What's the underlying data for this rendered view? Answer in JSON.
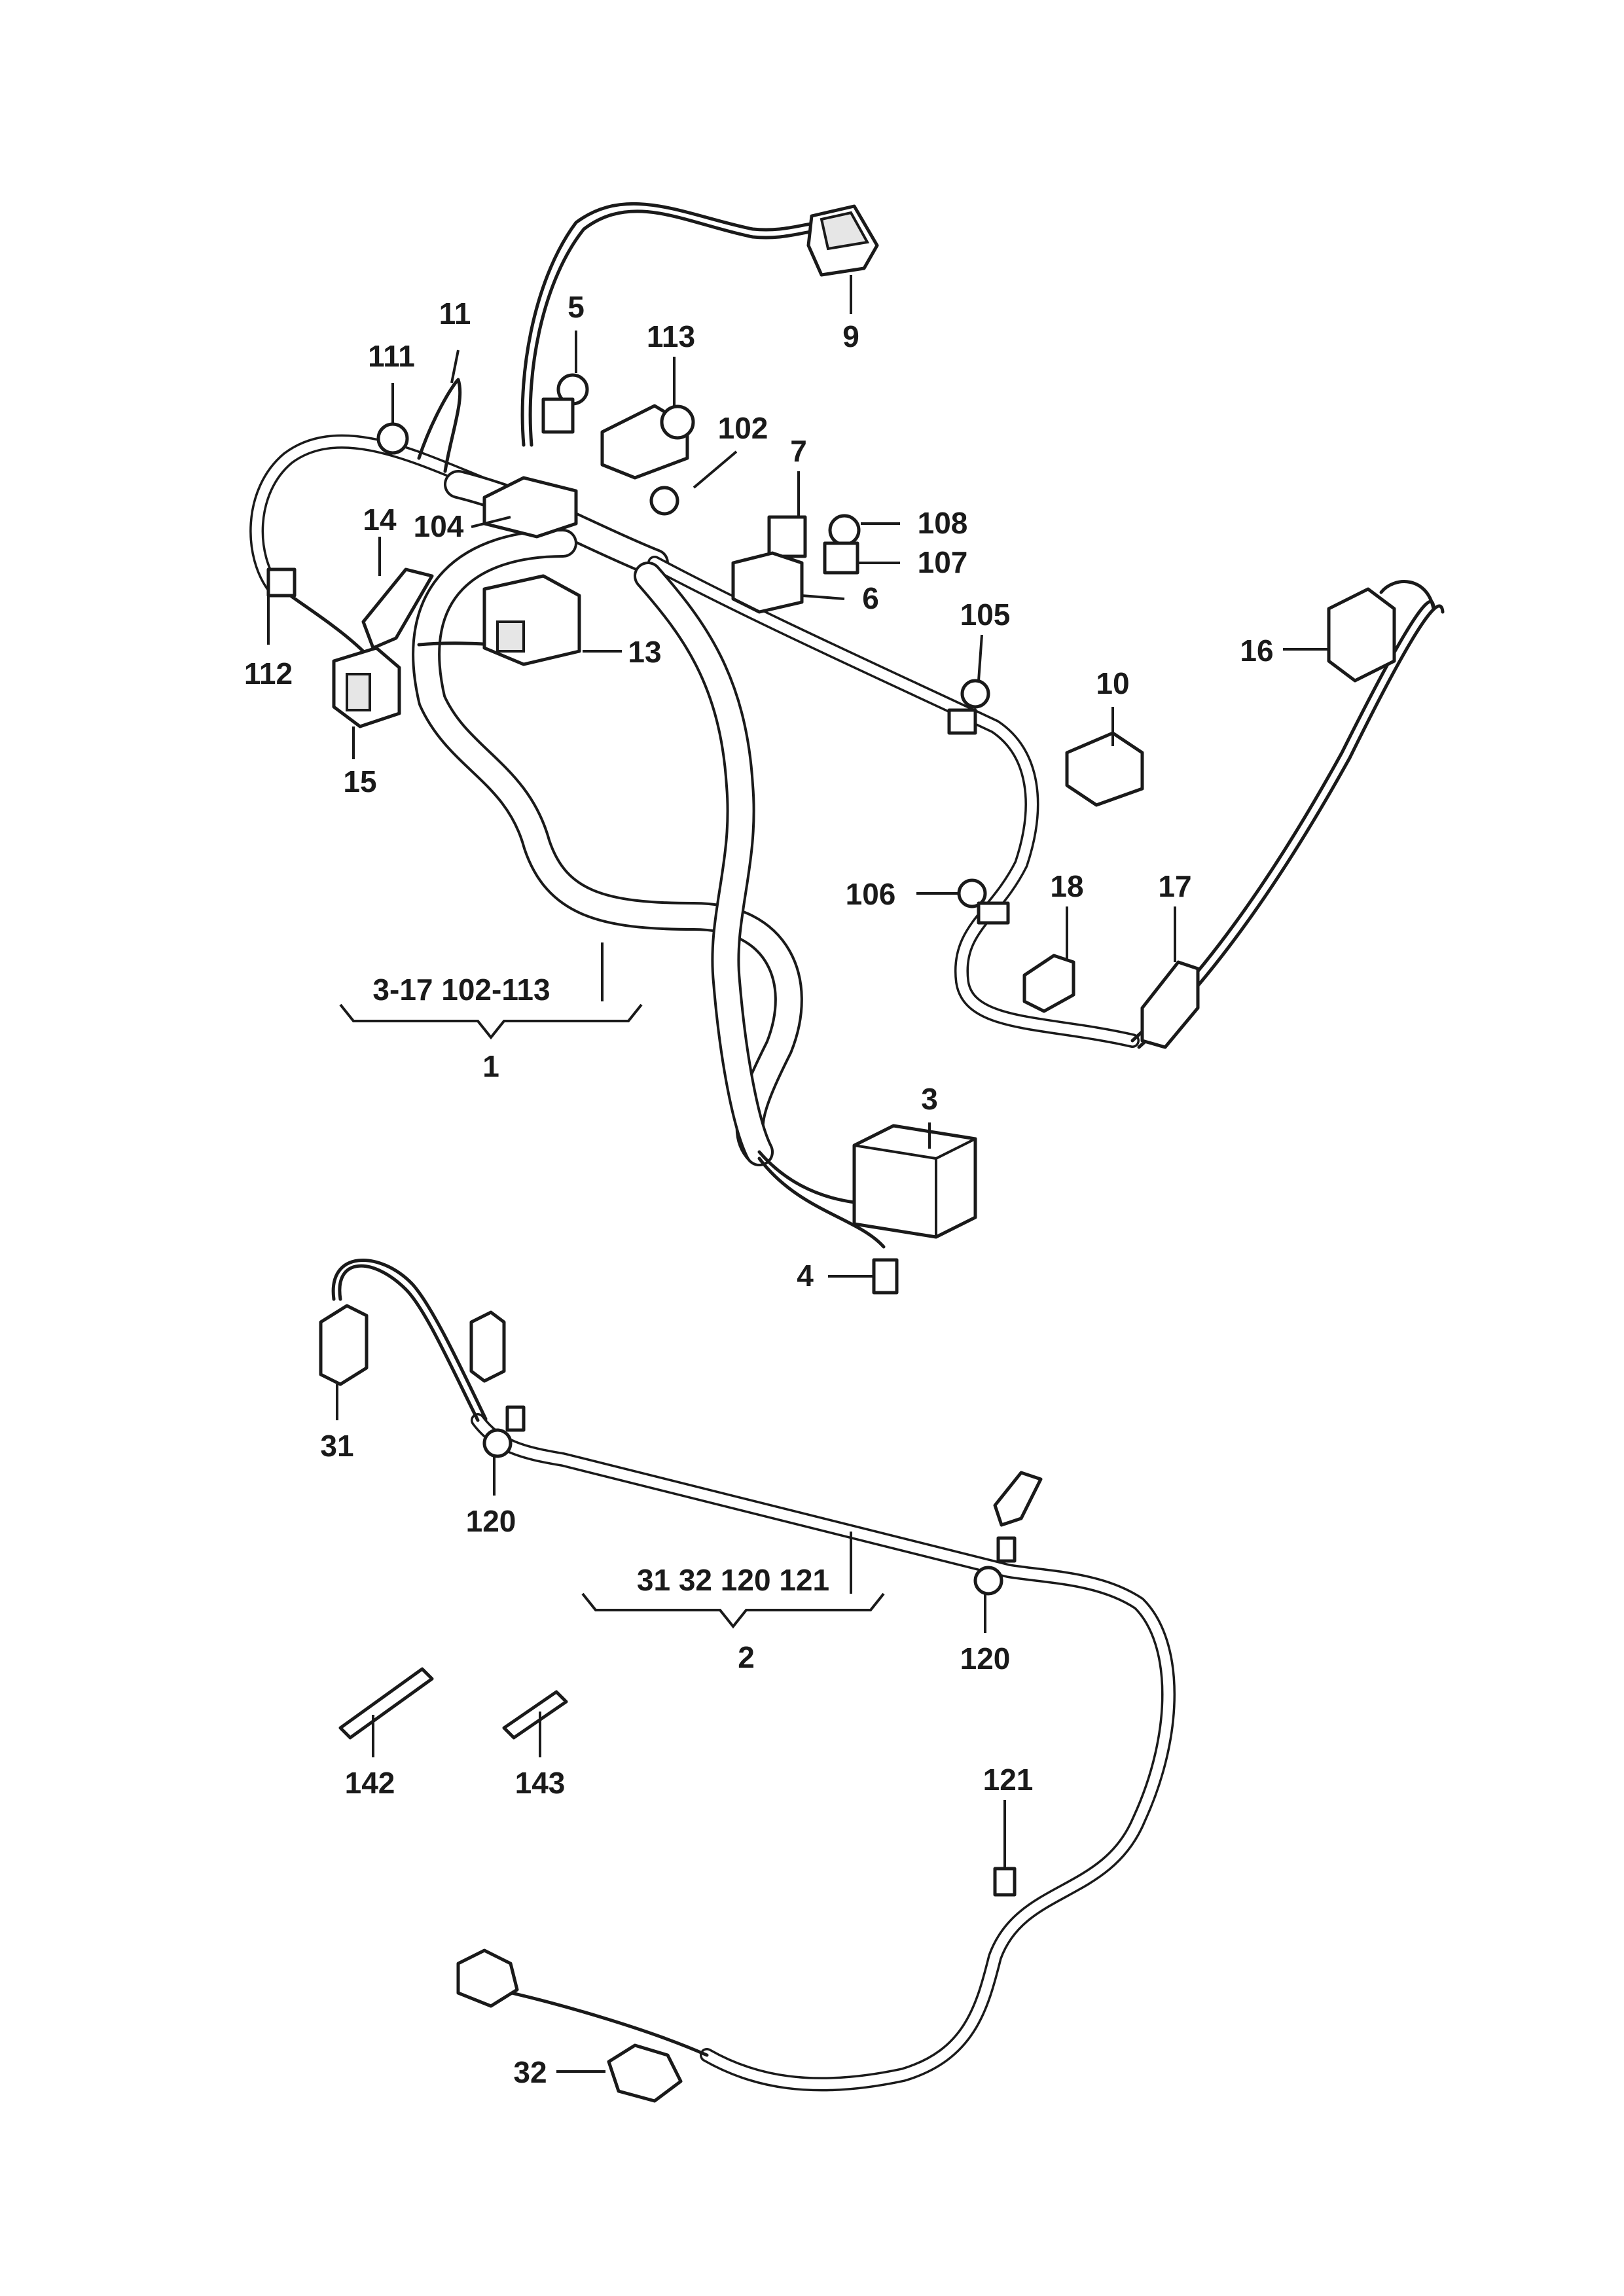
{
  "callouts": {
    "c1": "1",
    "c2": "2",
    "c3": "3",
    "c4": "4",
    "c5": "5",
    "c6": "6",
    "c7": "7",
    "c9": "9",
    "c10": "10",
    "c11": "11",
    "c13": "13",
    "c14": "14",
    "c15": "15",
    "c16": "16",
    "c17": "17",
    "c18": "18",
    "c31": "31",
    "c32": "32",
    "c102": "102",
    "c104": "104",
    "c105": "105",
    "c106": "106",
    "c107": "107",
    "c108": "108",
    "c111": "111",
    "c112": "112",
    "c113": "113",
    "c120a": "120",
    "c120b": "120",
    "c121": "121",
    "c142": "142",
    "c143": "143"
  },
  "assemblies": {
    "harness1_range": "3-17  102-113",
    "harness2_range": "31 32 120 121"
  }
}
